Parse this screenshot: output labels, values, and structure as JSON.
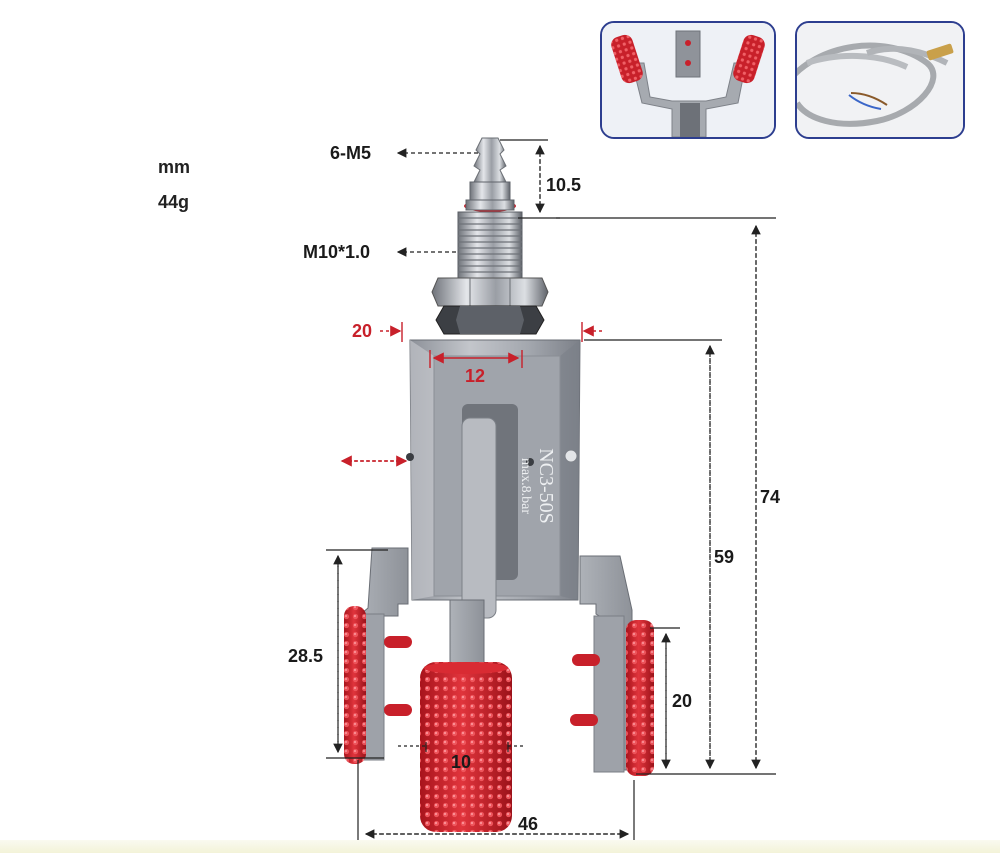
{
  "specs": {
    "unit": "mm",
    "weight": "44g"
  },
  "callouts": {
    "port": "6-M5",
    "thread": "M10*1.0"
  },
  "dimensions": {
    "fitting_height": "10.5",
    "total_height": "74",
    "body_width": "20",
    "top_width": "12",
    "body_height": "59",
    "side_finger_height": "28.5",
    "finger_pad_height": "20",
    "center_pad_width": "10",
    "jaw_span": "46"
  },
  "product": {
    "model": "NC3-50S",
    "pressure": "max.8.bar"
  },
  "colors": {
    "pad_red": "#c8202a",
    "metal": "#a7abb2",
    "metal_dark": "#7e838b",
    "accent_red_arrows": "#c8202a",
    "thumb_border": "#2d3e8f"
  }
}
